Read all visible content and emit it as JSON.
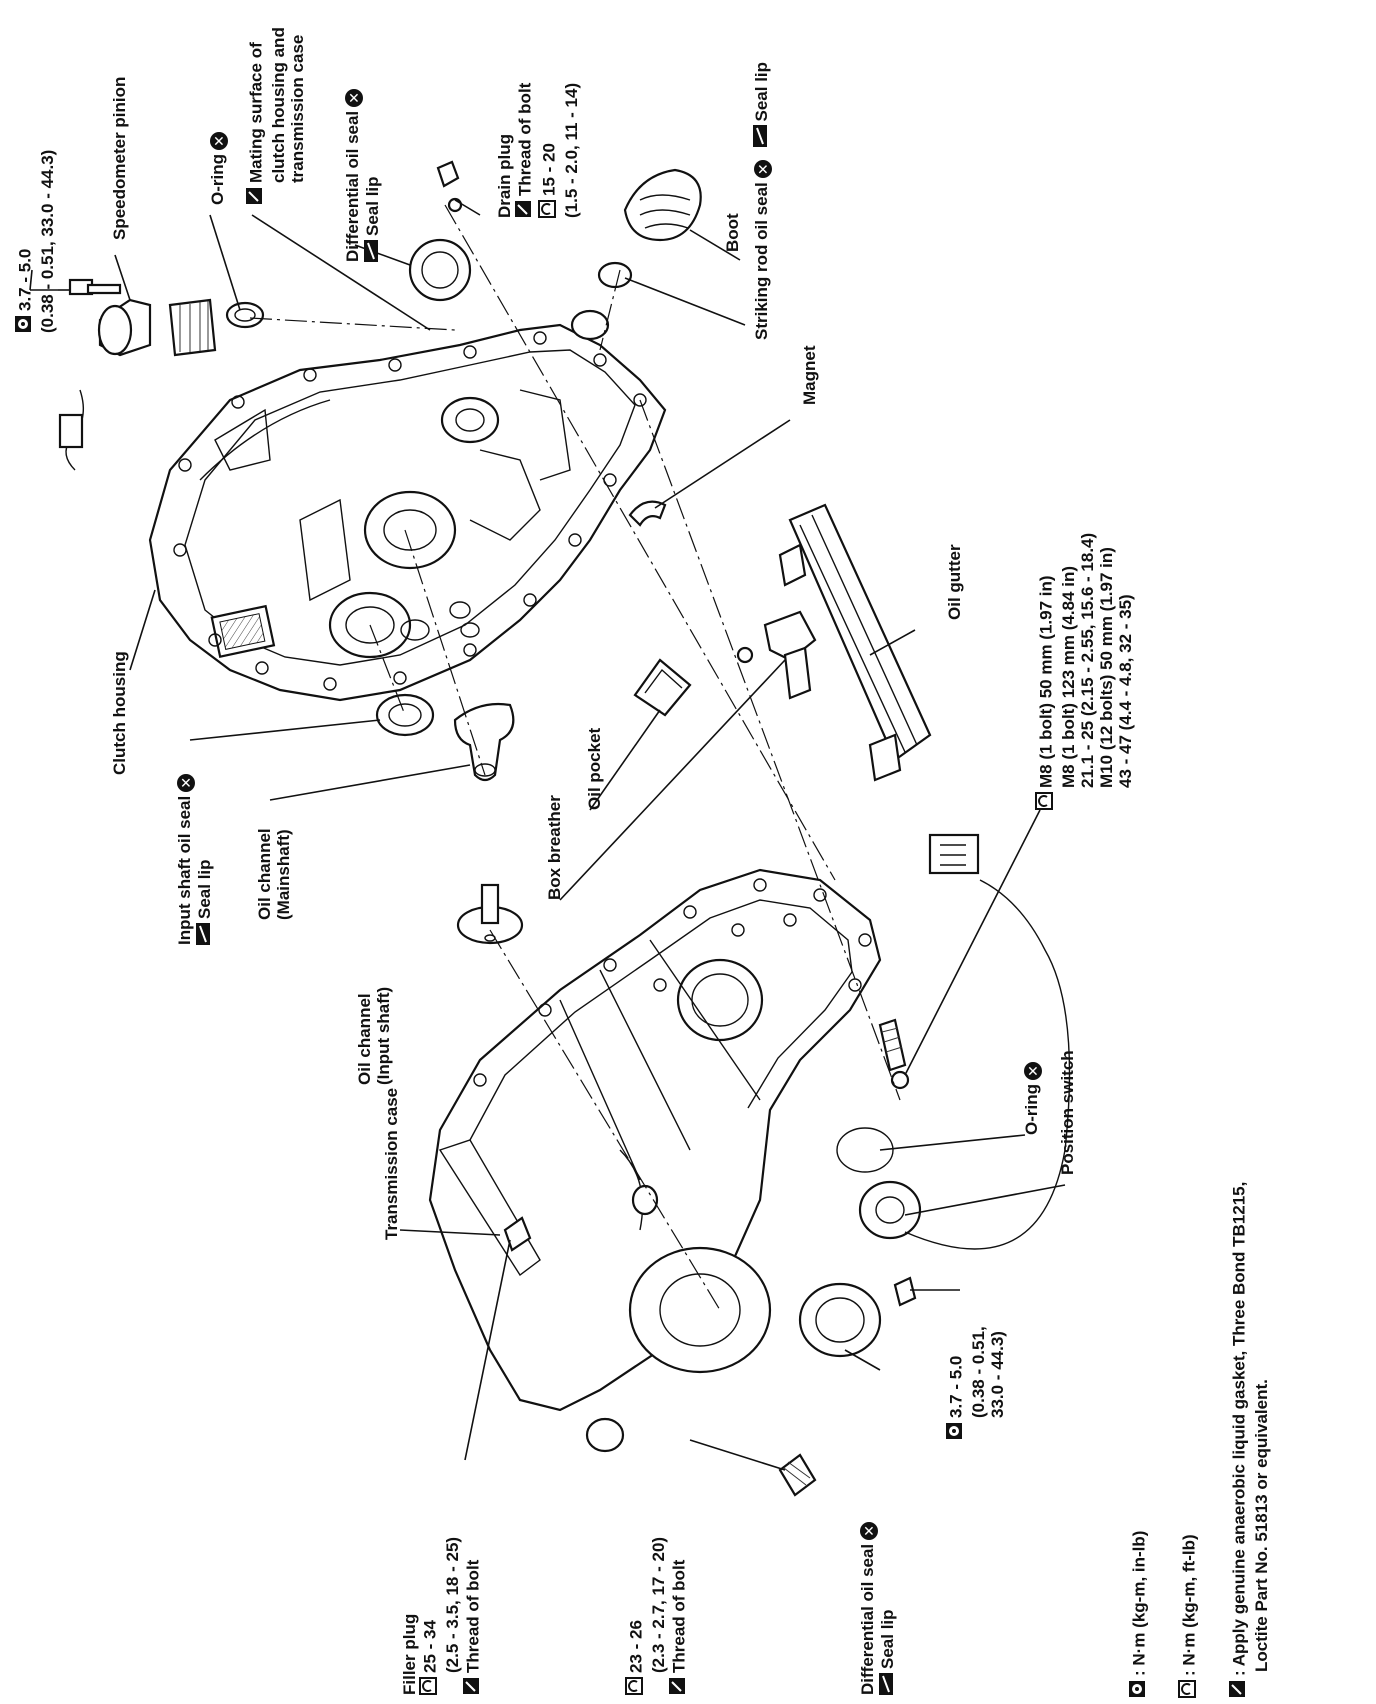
{
  "labels": {
    "speedo_torque": {
      "value": "3.7 - 5.0",
      "alt": "(0.38 - 0.51, 33.0 - 44.3)"
    },
    "speedometer_pinion": "Speedometer pinion",
    "oring_top": "O-ring",
    "mating_surface": [
      "Mating surface of",
      "clutch housing and",
      "transmission case"
    ],
    "diff_seal_top": {
      "name": "Differential oil seal",
      "note": "Seal lip"
    },
    "drain_plug": {
      "name": "Drain plug",
      "note": "Thread of bolt",
      "value": "15 - 20",
      "alt": "(1.5 - 2.0, 11 - 14)"
    },
    "striking_rod_seal": {
      "name": "Striking rod oil seal",
      "note": "Seal lip"
    },
    "boot": "Boot",
    "magnet": "Magnet",
    "oil_gutter": "Oil gutter",
    "case_bolts": [
      "M8 (1 bolt) 50 mm (1.97 in)",
      "M8 (1 bolt) 123 mm (4.84 in)",
      "21.1 - 25 (2.15 - 2.55, 15.6 - 18.4)",
      "M10 (12 bolts) 50 mm (1.97 in)",
      "43 - 47 (4.4 - 4.8, 32 - 35)"
    ],
    "clutch_housing": "Clutch housing",
    "input_shaft_seal": {
      "name": "Input shaft oil seal",
      "note": "Seal lip"
    },
    "oil_channel_main": [
      "Oil channel",
      "(Mainshaft)"
    ],
    "oil_pocket": "Oil pocket",
    "box_breather": "Box breather",
    "oil_channel_input": [
      "Oil channel",
      "(Input shaft)"
    ],
    "oring_switch": "O-ring",
    "position_switch": "Position switch",
    "transmission_case": "Transmission case",
    "filler_plug": {
      "name": "Filler plug",
      "value": "25 - 34",
      "alt": "(2.5 - 3.5, 18 - 25)",
      "note": "Thread of bolt"
    },
    "plug_23_26": {
      "value": "23 - 26",
      "alt": "(2.3 - 2.7, 17 - 20)",
      "note": "Thread of bolt"
    },
    "diff_seal_bottom": {
      "name": "Differential oil seal",
      "note": "Seal lip"
    },
    "switch_torque": {
      "value": "3.7 - 5.0",
      "alt1": "(0.38 - 0.51,",
      "alt2": "33.0 - 44.3)"
    }
  },
  "legend": {
    "nm_kgm_inlb": ": N·m (kg-m, in-lb)",
    "nm_kgm_ftlb": ": N·m (kg-m, ft-lb)",
    "gasket_line1": ": Apply genuine anaerobic liquid gasket, Three Bond TB1215,",
    "gasket_line2": "Loctite Part No. 51813 or equivalent."
  },
  "icons": [
    "torque-inlb-icon",
    "torque-ftlb-icon",
    "gasket-icon",
    "seal-lip-icon",
    "replace-x-icon"
  ]
}
